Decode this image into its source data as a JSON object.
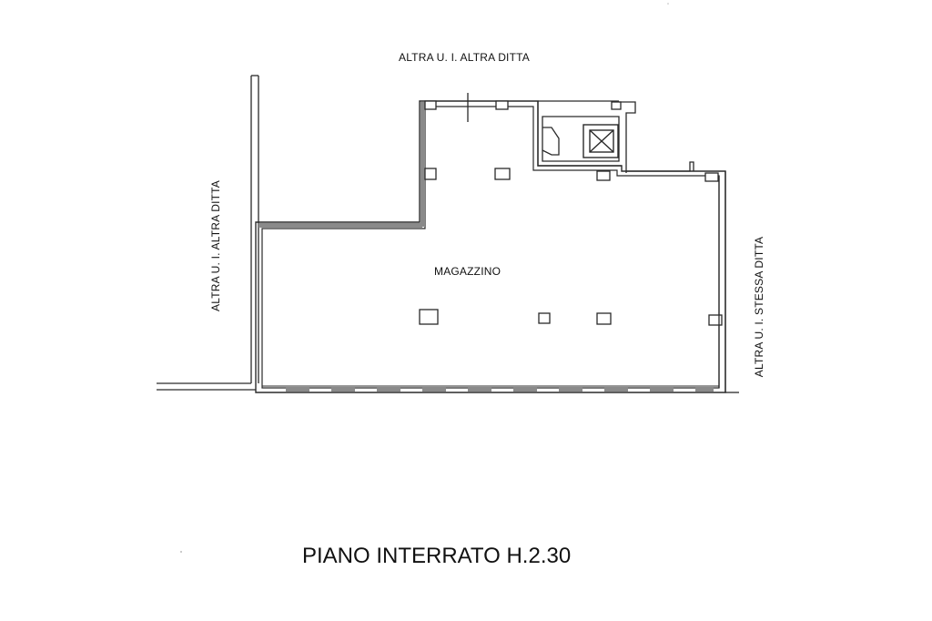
{
  "plan": {
    "label_top": "ALTRA U. I. ALTRA DITTA",
    "label_left": "ALTRA U. I. ALTRA DITTA",
    "label_right": "ALTRA U. I. STESSA DITTA",
    "room_name": "MAGAZZINO",
    "floor_title": "PIANO INTERRATO  H.2.30"
  },
  "colors": {
    "wall": "#2a2a2a",
    "wall_fill": "#8a8a8a",
    "background": "#ffffff"
  },
  "icons": {
    "elevator": "elevator-icon",
    "window": "window-icon",
    "pillar": "pillar-icon"
  }
}
